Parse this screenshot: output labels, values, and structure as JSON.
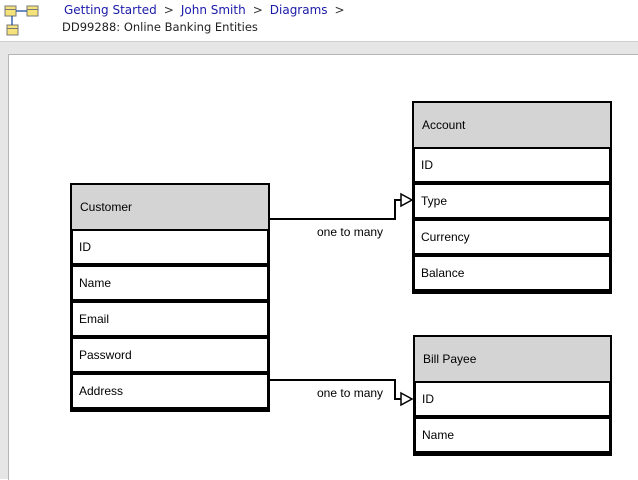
{
  "breadcrumb": {
    "items": [
      "Getting Started",
      "John Smith",
      "Diagrams"
    ],
    "trailing_separator": ">"
  },
  "page_title": "DD99288: Online Banking Entities",
  "entities": {
    "customer": {
      "name": "Customer",
      "fields": [
        "ID",
        "Name",
        "Email",
        "Password",
        "Address"
      ]
    },
    "account": {
      "name": "Account",
      "fields": [
        "ID",
        "Type",
        "Currency",
        "Balance"
      ]
    },
    "bill_payee": {
      "name": "Bill Payee",
      "fields": [
        "ID",
        "Name"
      ]
    }
  },
  "relationships": {
    "customer_account": {
      "label": "one to many"
    },
    "customer_bill_payee": {
      "label": "one to many"
    }
  },
  "icons": {
    "diagram": "entity-diagram-icon"
  },
  "colors": {
    "link": "#1a1aa8",
    "entity_header": "#d4d4d4",
    "frame": "#e6e6e6"
  }
}
